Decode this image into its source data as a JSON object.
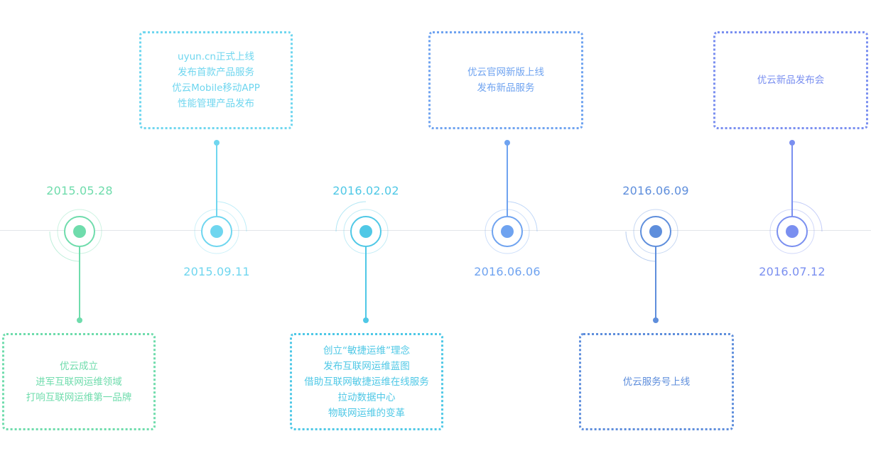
{
  "events": [
    {
      "date": "2015.05.28",
      "color": "#6fdcac",
      "lines": [
        "优云成立",
        "进军互联网运维领域",
        "打响互联网运维第一品牌"
      ]
    },
    {
      "date": "2015.09.11",
      "color": "#6fd6ef",
      "lines": [
        "uyun.cn正式上线",
        "发布首款产品服务",
        "优云Mobile移动APP",
        "性能管理产品发布"
      ]
    },
    {
      "date": "2016.02.02",
      "color": "#4fc8e6",
      "lines": [
        "创立“敏捷运维”理念",
        "发布互联网运维蓝图",
        "借助互联网敏捷运维在线服务",
        "拉动数据中心",
        "物联网运维的变革"
      ]
    },
    {
      "date": "2016.06.06",
      "color": "#6fa3f0",
      "lines": [
        "优云官网新版上线",
        "发布新品服务"
      ]
    },
    {
      "date": "2016.06.09",
      "color": "#5e8edc",
      "lines": [
        "优云服务号上线"
      ]
    },
    {
      "date": "2016.07.12",
      "color": "#7a8ff0",
      "lines": [
        "优云新品发布会"
      ]
    }
  ]
}
